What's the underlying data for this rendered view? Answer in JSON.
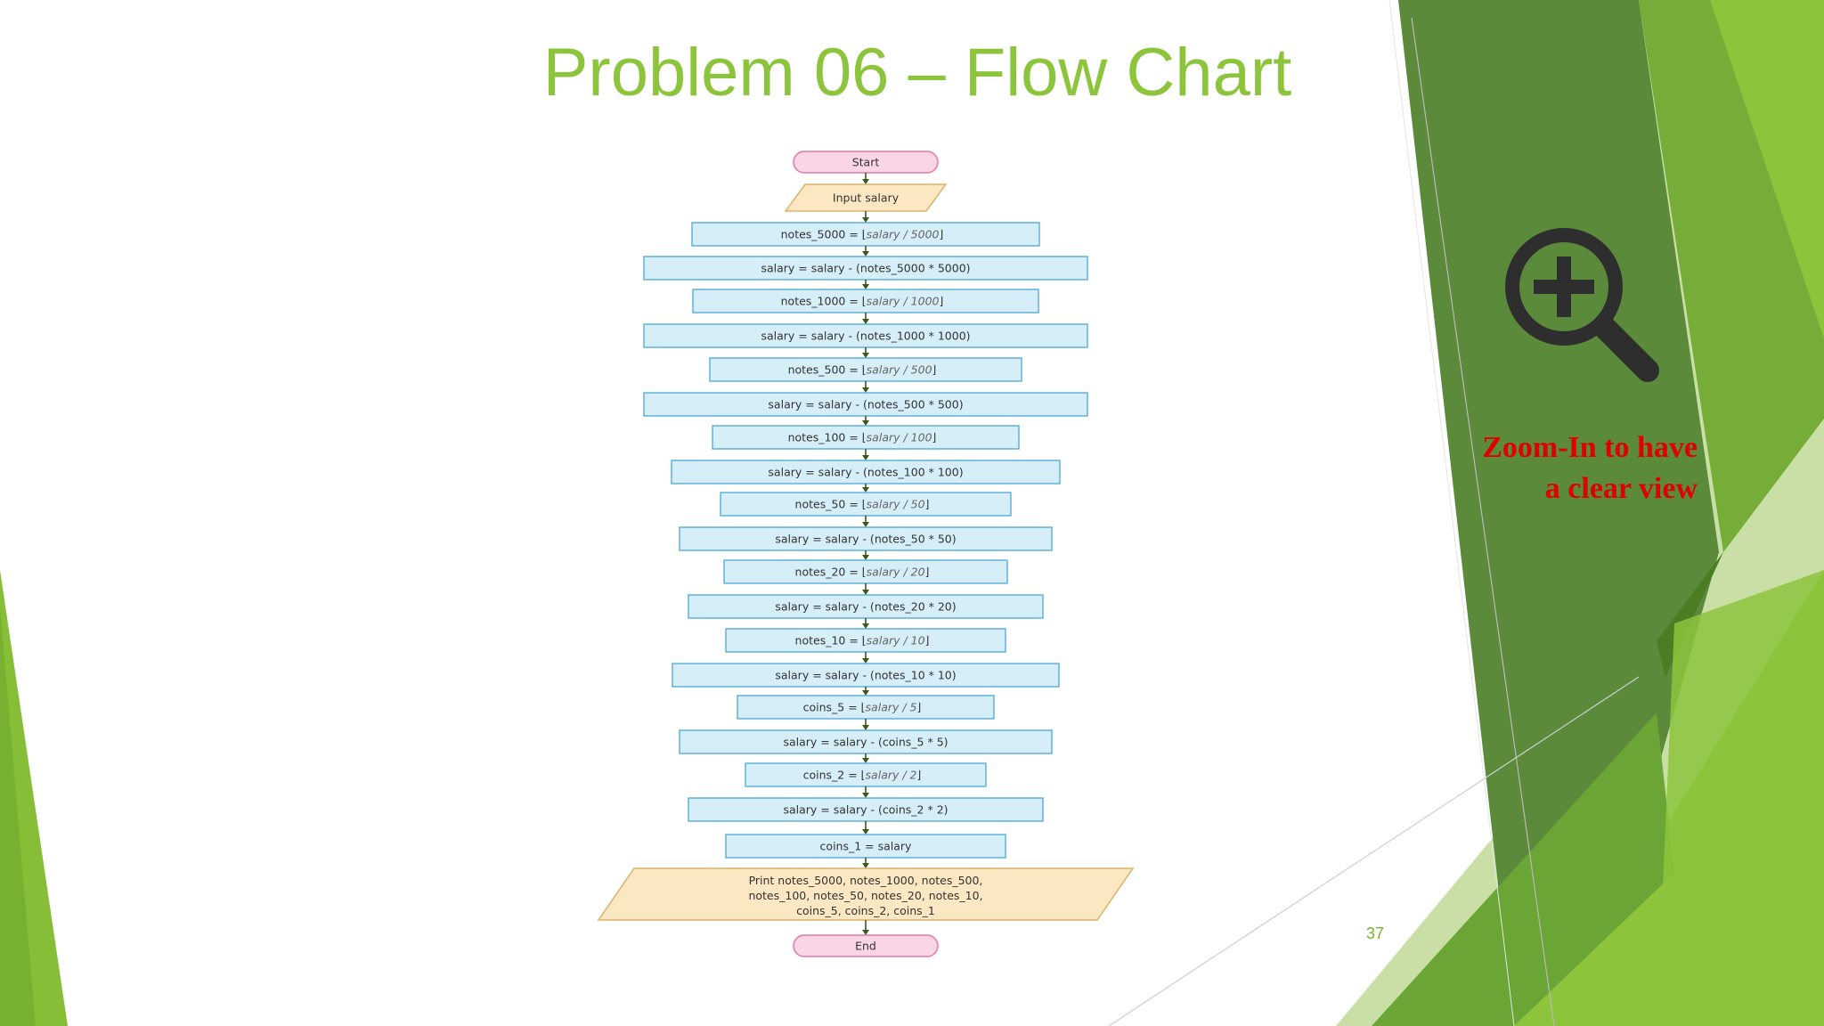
{
  "slide": {
    "title": "Problem 06 – Flow Chart",
    "page_number": "37",
    "zoom_hint": [
      "Zoom-In to have",
      "a  clear view"
    ],
    "colors": {
      "title": "#8cc43c",
      "process_fill": "#d6eef8",
      "process_stroke": "#4aa8d8",
      "io_fill": "#fbe8c2",
      "io_stroke": "#d9b46a",
      "terminal_fill": "#fad5e6",
      "terminal_stroke": "#e07aa8",
      "arrow": "#3a5a1a",
      "zoom_text": "#e00000",
      "icon": "#2e2e2e"
    },
    "icon": "zoom-in-magnifier-icon"
  },
  "flowchart": {
    "nodes": [
      {
        "type": "terminal",
        "text": "Start"
      },
      {
        "type": "io",
        "text": "Input salary"
      },
      {
        "type": "floor",
        "lhs": "notes_5000 =",
        "inner": "salary / 5000"
      },
      {
        "type": "process",
        "text": "salary = salary - (notes_5000 * 5000)"
      },
      {
        "type": "floor",
        "lhs": "notes_1000 =",
        "inner": "salary / 1000"
      },
      {
        "type": "process",
        "text": "salary = salary - (notes_1000 * 1000)"
      },
      {
        "type": "floor",
        "lhs": "notes_500 =",
        "inner": "salary / 500"
      },
      {
        "type": "process",
        "text": "salary = salary - (notes_500 * 500)"
      },
      {
        "type": "floor",
        "lhs": "notes_100 =",
        "inner": "salary / 100"
      },
      {
        "type": "process",
        "text": "salary = salary - (notes_100 * 100)"
      },
      {
        "type": "floor",
        "lhs": "notes_50 =",
        "inner": "salary / 50"
      },
      {
        "type": "process",
        "text": "salary = salary - (notes_50 * 50)"
      },
      {
        "type": "floor",
        "lhs": "notes_20 =",
        "inner": "salary / 20"
      },
      {
        "type": "process",
        "text": "salary = salary - (notes_20 * 20)"
      },
      {
        "type": "floor",
        "lhs": "notes_10 =",
        "inner": "salary / 10"
      },
      {
        "type": "process",
        "text": "salary = salary - (notes_10 * 10)"
      },
      {
        "type": "floor",
        "lhs": "coins_5 =",
        "inner": "salary / 5"
      },
      {
        "type": "process",
        "text": "salary = salary - (coins_5 * 5)"
      },
      {
        "type": "floor",
        "lhs": "coins_2 =",
        "inner": "salary / 2"
      },
      {
        "type": "process",
        "text": "salary = salary - (coins_2 * 2)"
      },
      {
        "type": "process",
        "text": "coins_1 = salary"
      },
      {
        "type": "io",
        "lines": [
          "Print notes_5000, notes_1000, notes_500,",
          "notes_100, notes_50, notes_20, notes_10,",
          "coins_5, coins_2, coins_1"
        ]
      },
      {
        "type": "terminal",
        "text": "End"
      }
    ]
  }
}
